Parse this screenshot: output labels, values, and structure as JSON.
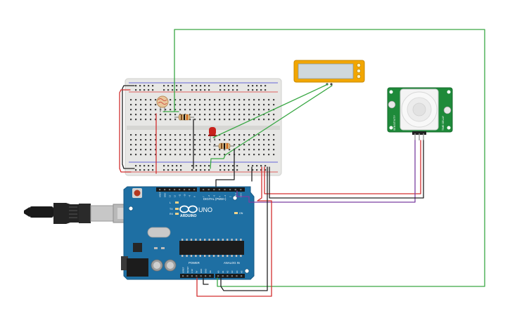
{
  "colors": {
    "background": "#ffffff",
    "wire_green": "#3aa845",
    "wire_red": "#d32f2f",
    "wire_black": "#222222",
    "wire_purple": "#7b3fa0",
    "breadboard": "#e7e7e5",
    "arduino_board": "#1e6fa3",
    "pir_board": "#1e8a3a",
    "lcd_frame": "#f2a600",
    "led_red": "#c8221c"
  },
  "arduino": {
    "brand": "ARDUINO",
    "model": "UNO",
    "digital_label": "DIGITAL (PWM~)",
    "power_label": "POWER",
    "analog_label": "ANALOG IN",
    "on_label": "ON",
    "tx_label": "TX",
    "rx_label": "RX",
    "l_label": "L",
    "power_pins": [
      "IOREF",
      "RESET",
      "3.3V",
      "5V",
      "GND",
      "GND",
      "Vin"
    ],
    "analog_pins": [
      "A0",
      "A1",
      "A2",
      "A3",
      "A4",
      "A5"
    ],
    "digital_pins": [
      "AREF",
      "GND",
      "13",
      "12",
      "~11",
      "~10",
      "~9",
      "8",
      "7",
      "~6",
      "~5",
      "4",
      "~3",
      "2",
      "TX 1",
      "RX 0"
    ]
  },
  "pir_sensor": {
    "left_label": "SENSITIVITY",
    "right_label": "TIME DELAY"
  },
  "icons": [
    "usb-cable-icon",
    "arduino-infinity-logo-icon",
    "pir-dome-icon",
    "photoresistor-icon",
    "led-icon",
    "resistor-icon"
  ]
}
